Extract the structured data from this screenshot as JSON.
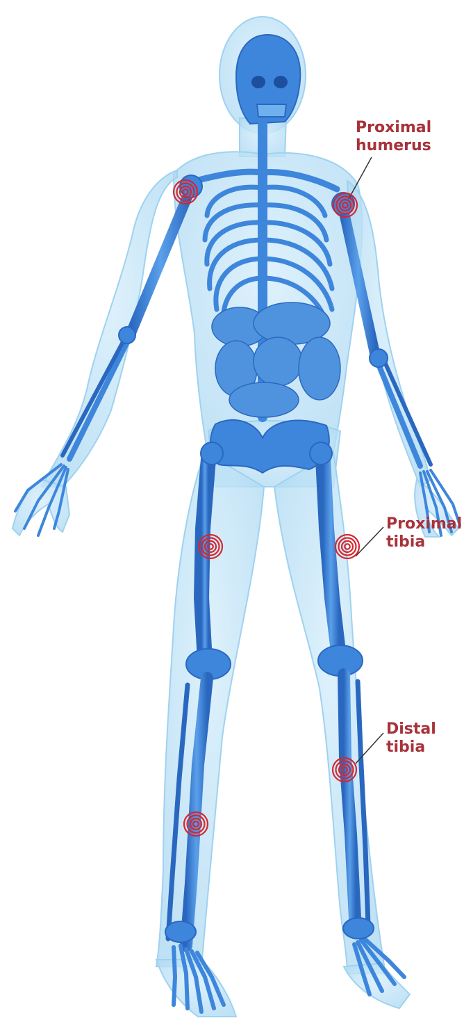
{
  "labels": {
    "proximal_humerus": {
      "line1": "Proximal",
      "line2": "humerus"
    },
    "proximal_tibia": {
      "line1": "Proximal",
      "line2": "tibia"
    },
    "distal_tibia": {
      "line1": "Distal",
      "line2": "tibia"
    }
  },
  "colors": {
    "body_fill": "#bfe3f7",
    "body_edge": "#9fd2ef",
    "bone": "#3d86dc",
    "bone_dark": "#2a68c0",
    "organ": "#4f93df",
    "marker": "#d7262f",
    "label_text": "#a8323a",
    "leader_line": "#333333"
  },
  "markers": [
    "right-shoulder-target-icon",
    "left-shoulder-target-icon",
    "right-knee-target-icon",
    "left-knee-target-icon",
    "right-ankle-target-icon",
    "left-ankle-target-icon"
  ]
}
